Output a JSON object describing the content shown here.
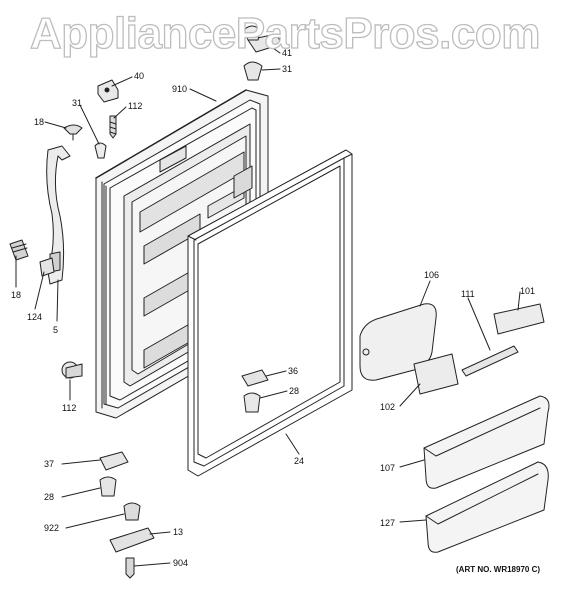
{
  "watermark": "AppliancePartsPros.com",
  "art_number": "(ART NO. WR18970 C)",
  "callouts": [
    {
      "id": "c40",
      "text": "40"
    },
    {
      "id": "c41",
      "text": "41"
    },
    {
      "id": "c31b",
      "text": "31"
    },
    {
      "id": "c910",
      "text": "910"
    },
    {
      "id": "c31a",
      "text": "31"
    },
    {
      "id": "c112a",
      "text": "112"
    },
    {
      "id": "c18a",
      "text": "18"
    },
    {
      "id": "c18b",
      "text": "18"
    },
    {
      "id": "c124",
      "text": "124"
    },
    {
      "id": "c5",
      "text": "5"
    },
    {
      "id": "c112b",
      "text": "112"
    },
    {
      "id": "c36",
      "text": "36"
    },
    {
      "id": "c28a",
      "text": "28"
    },
    {
      "id": "c24",
      "text": "24"
    },
    {
      "id": "c37",
      "text": "37"
    },
    {
      "id": "c28b",
      "text": "28"
    },
    {
      "id": "c922",
      "text": "922"
    },
    {
      "id": "c13",
      "text": "13"
    },
    {
      "id": "c904",
      "text": "904"
    },
    {
      "id": "c106",
      "text": "106"
    },
    {
      "id": "c111",
      "text": "111"
    },
    {
      "id": "c101",
      "text": "101"
    },
    {
      "id": "c102",
      "text": "102"
    },
    {
      "id": "c107",
      "text": "107"
    },
    {
      "id": "c127",
      "text": "127"
    }
  ]
}
